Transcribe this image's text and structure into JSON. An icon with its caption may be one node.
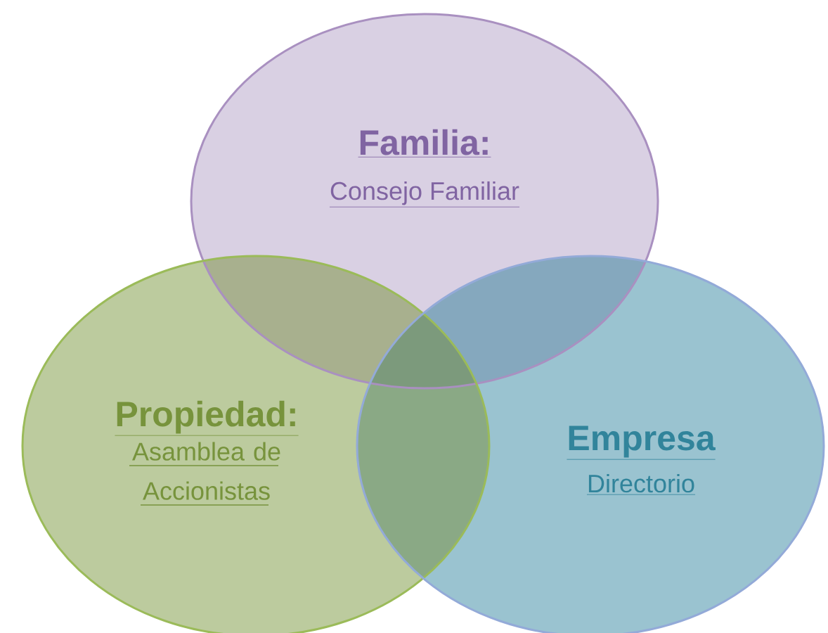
{
  "diagram": {
    "nodes": [
      {
        "text": [
          "Familia:",
          "Consejo Familiar"
        ]
      },
      {
        "text": [
          "Propiedad:",
          "Asamblea de Accionistas"
        ]
      },
      {
        "text": [
          "Empresa",
          "Directorio"
        ]
      }
    ]
  }
}
